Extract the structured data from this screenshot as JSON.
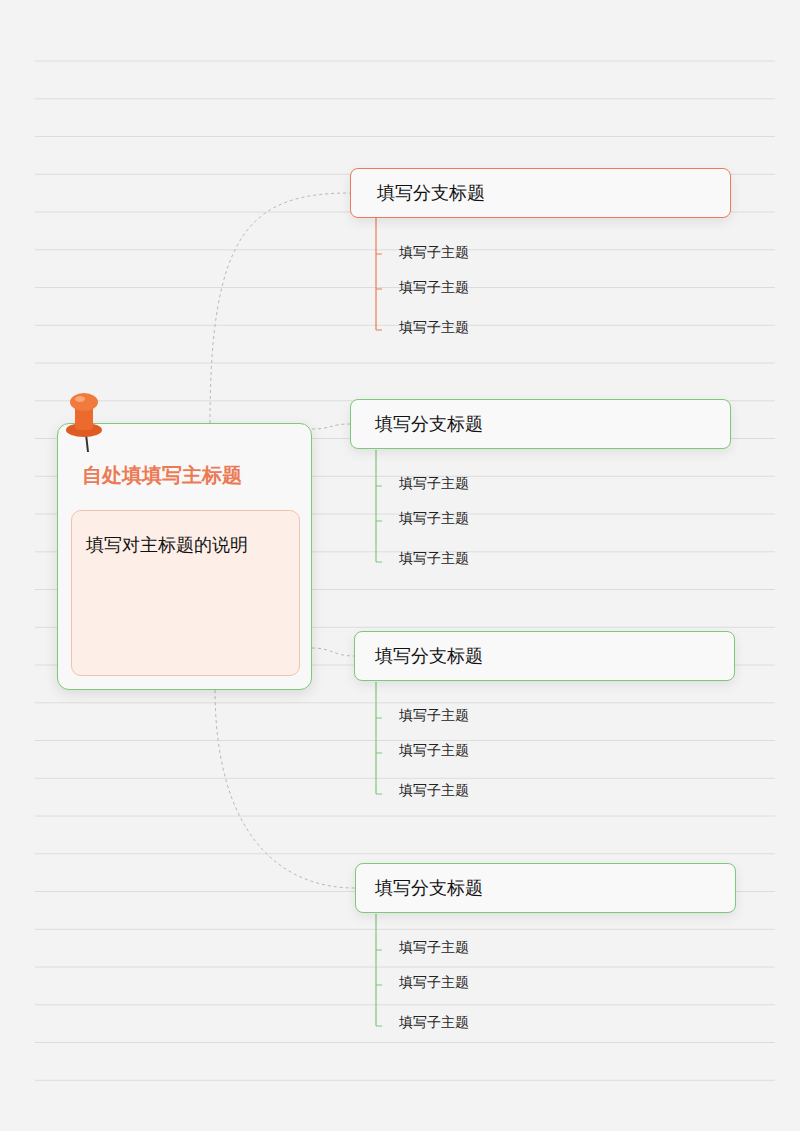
{
  "diagram": {
    "nodes": [
      {
        "text": [
          "自处填填写主标题"
        ]
      },
      {
        "text": [
          "填写对主标题的说明"
        ],
        "in": 0
      },
      {
        "text": [
          "填写分支标题"
        ]
      },
      {
        "text": [
          "填写分支标题"
        ]
      },
      {
        "text": [
          "填写分支标题"
        ]
      },
      {
        "text": [
          "填写分支标题"
        ]
      }
    ],
    "edges": [
      {
        "from": 0,
        "to": 2,
        "arrow": "none"
      },
      {
        "from": 0,
        "to": 3,
        "arrow": "none"
      },
      {
        "from": 0,
        "to": 4,
        "arrow": "none"
      },
      {
        "from": 0,
        "to": 5,
        "arrow": "none"
      }
    ],
    "labels": [
      "填写子主题",
      "填写子主题",
      "填写子主题",
      "填写子主题",
      "填写子主题",
      "填写子主题",
      "填写子主题",
      "填写子主题",
      "填写子主题",
      "填写子主题",
      "填写子主题",
      "填写子主题"
    ]
  }
}
